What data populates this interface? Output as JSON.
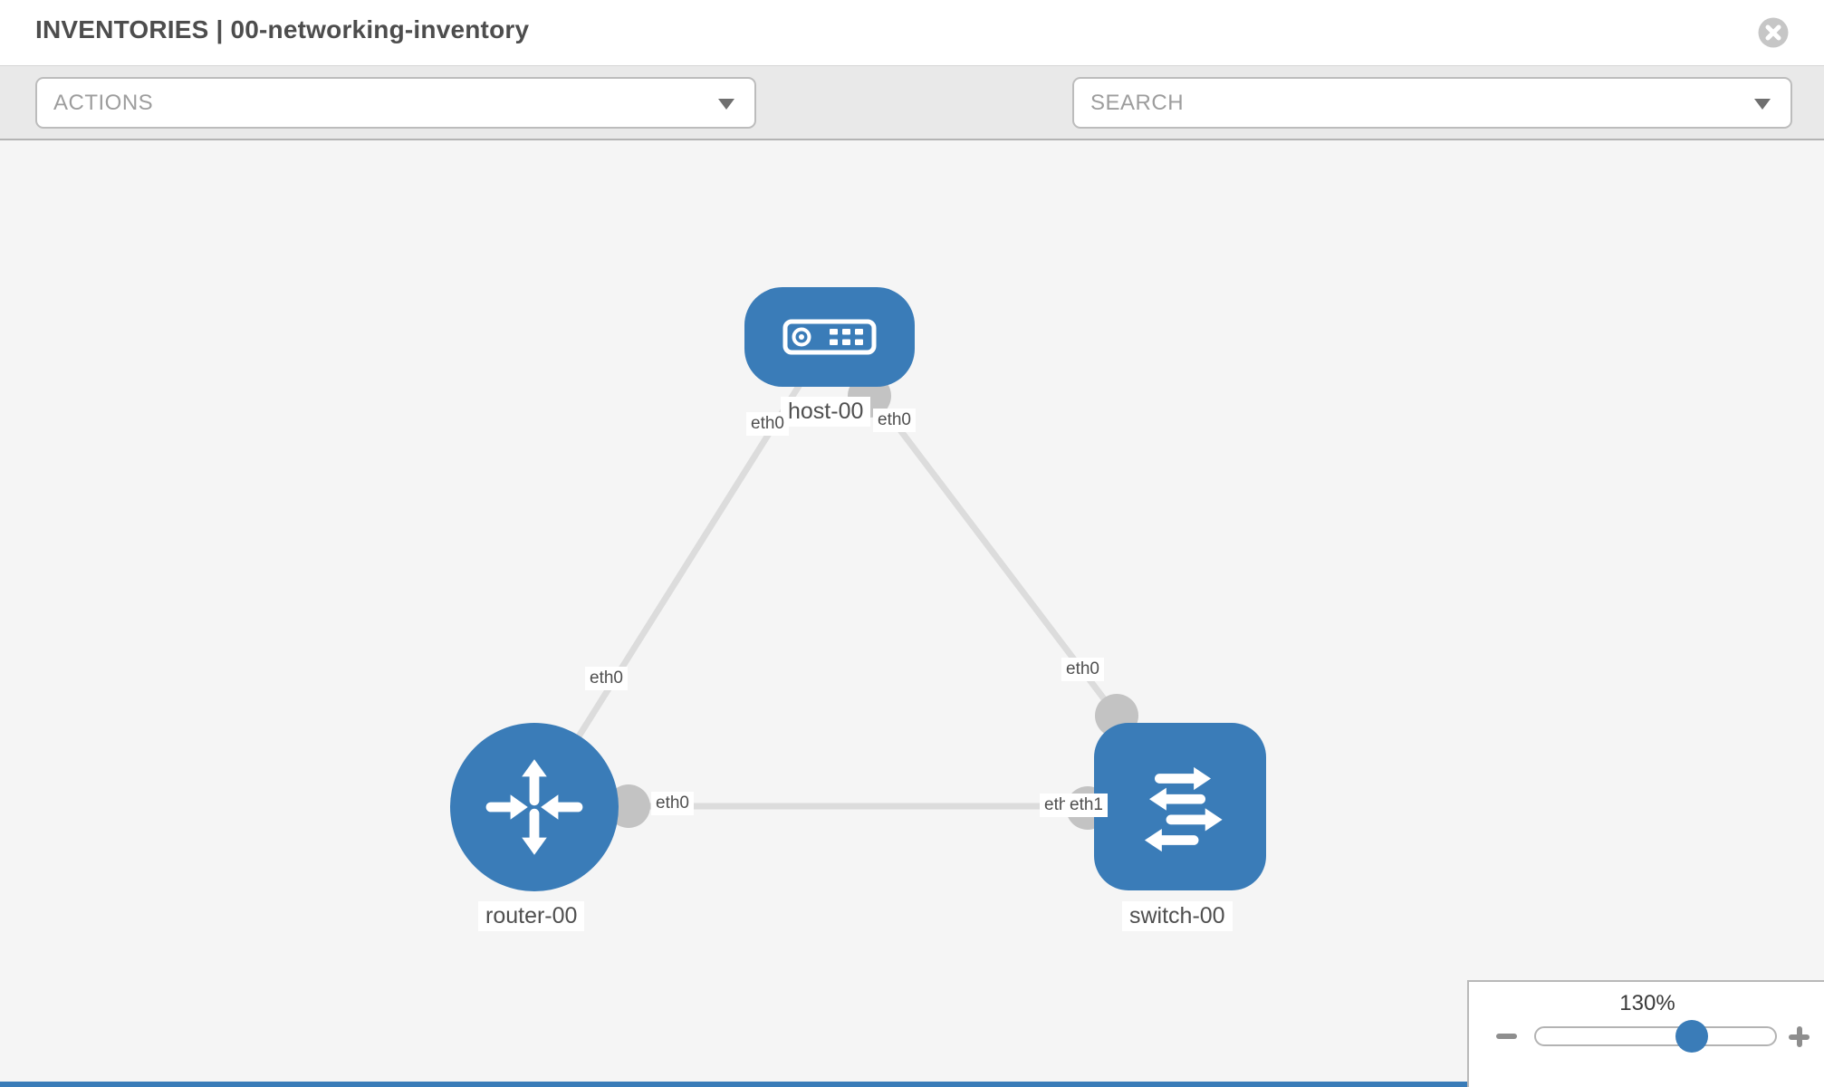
{
  "header": {
    "title": "INVENTORIES | 00-networking-inventory"
  },
  "toolbar": {
    "actions_label": "ACTIONS",
    "search_placeholder": "SEARCH",
    "icons": [
      "wrench-icon",
      "key-icon"
    ]
  },
  "diagram": {
    "nodes": [
      {
        "label": "host-00",
        "type": "host"
      },
      {
        "label": "router-00",
        "type": "router"
      },
      {
        "label": "switch-00",
        "type": "switch"
      }
    ],
    "links": [
      {
        "source": "host-00",
        "target": "router-00",
        "source_interface": "eth0",
        "target_interface": "eth0"
      },
      {
        "source": "host-00",
        "target": "switch-00",
        "source_interface": "eth0",
        "target_interface": "eth0"
      },
      {
        "source": "router-00",
        "target": "switch-00",
        "source_interface": "eth0",
        "target_interface": "eth1"
      }
    ],
    "interface_labels": {
      "host_left": "eth0",
      "host_right": "eth0",
      "host_router_mid": "eth0",
      "host_switch_mid": "eth0",
      "router_right": "eth0",
      "switch_left_covered": "eth0",
      "switch_left": "eth1"
    }
  },
  "zoom_control": {
    "level": "130%"
  },
  "colors": {
    "node_blue": "#3a7cb8",
    "link_gray": "#dcdcdc",
    "connector_gray": "#c3c3c3",
    "toolbar_gray": "#e9e9e9",
    "canvas_gray": "#f5f5f5"
  }
}
